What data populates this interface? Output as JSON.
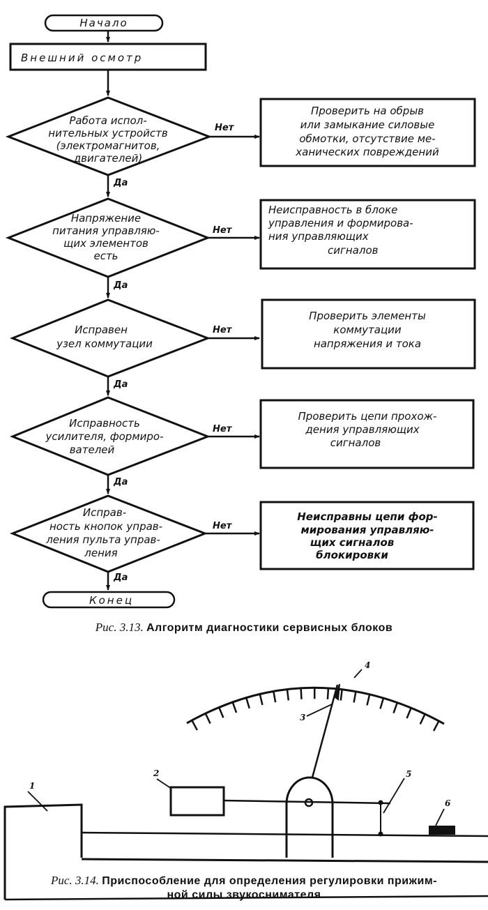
{
  "flowchart": {
    "start": "Начало",
    "first_step": "Внешний осмотр",
    "decisions": [
      {
        "lines": [
          "Работа испол-",
          "нительных устройств",
          "(электромагнитов,",
          "двигателей)"
        ],
        "no_label": "Нет",
        "yes_label": "Да",
        "action_lines": [
          "Проверить на обрыв",
          "или замыкание силовые",
          "обмотки, отсутствие ме-",
          "ханических повреждений"
        ]
      },
      {
        "lines": [
          "Напряжение",
          "питания управляю-",
          "щих элементов",
          "есть"
        ],
        "no_label": "Нет",
        "yes_label": "Да",
        "action_lines": [
          "Неисправность в блоке",
          "управления и формирова-",
          "ния управляющих",
          "сигналов"
        ]
      },
      {
        "lines": [
          "Исправен",
          "узел коммутации"
        ],
        "no_label": "Нет",
        "yes_label": "Да",
        "action_lines": [
          "Проверить элементы",
          "коммутации",
          "напряжения и тока"
        ]
      },
      {
        "lines": [
          "Исправность",
          "усилителя, формиро-",
          "вателей"
        ],
        "no_label": "Нет",
        "yes_label": "Да",
        "action_lines": [
          "Проверить цепи прохож-",
          "дения управляющих",
          "сигналов"
        ]
      },
      {
        "lines": [
          "Исправ-",
          "ность кнопок управ-",
          "ления пульта управ-",
          "ления"
        ],
        "no_label": "Нет",
        "yes_label": "Да",
        "action_lines": [
          "Неисправны цепи фор-",
          "мирования управляю-",
          "щих сигналов",
          "блокировки"
        ]
      }
    ],
    "end": "Конец"
  },
  "caption_1": {
    "fig": "Рис. 3.13.",
    "title": "Алгоритм диагностики сервисных блоков"
  },
  "device": {
    "callouts": [
      "1",
      "2",
      "3",
      "4",
      "5",
      "6"
    ]
  },
  "caption_2": {
    "fig": "Рис. 3.14.",
    "title_line1": "Приспособление для определения регулировки прижим-",
    "title_line2": "ной силы звукоснимателя"
  }
}
